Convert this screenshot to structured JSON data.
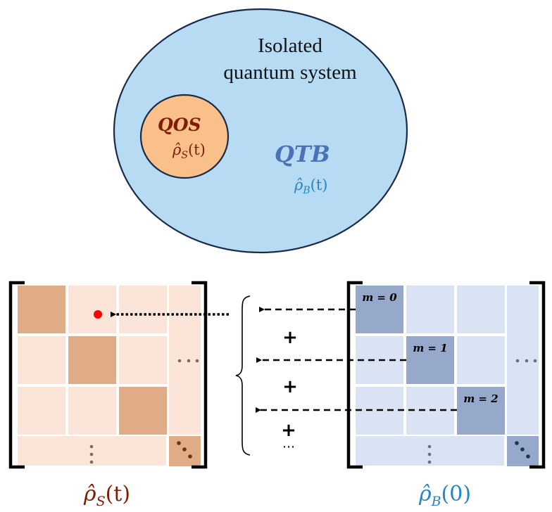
{
  "colors": {
    "outer_fill": "#b8dbf4",
    "outer_stroke": "#1a2a4a",
    "inner_fill": "#f9c08a",
    "qos_text": "#7f1d06",
    "qtb_text": "#4a72b8",
    "rhoB_text": "#2485c9",
    "sys_diag": "#e0ac88",
    "sys_off": "#fbe5d8",
    "bath_diag": "#97a9cb",
    "bath_off": "#dae3f3",
    "red_dot": "#ff0000",
    "ellipsis_sys": "#80685a",
    "ellipsis_sys_corner": "#6a3510",
    "ellipsis_bath": "#66707e",
    "ellipsis_bath_corner": "#1f3358"
  },
  "top_diagram": {
    "title_line1": "Isolated",
    "title_line2": "quantum system",
    "system_label": "QOS",
    "system_state": "ρ̂S(t)",
    "system_state_base": "ρ̂",
    "system_state_sub": "S",
    "system_state_arg": "(t)",
    "bath_label": "QTB",
    "bath_state_base": "ρ̂",
    "bath_state_sub": "B",
    "bath_state_arg": "(t)"
  },
  "bottom_diagram": {
    "system_matrix_label_base": "ρ̂",
    "system_matrix_label_sub": "S",
    "system_matrix_label_arg": "(t)",
    "bath_matrix_label_base": "ρ̂",
    "bath_matrix_label_sub": "B",
    "bath_matrix_label_arg": "(0)",
    "blocks": [
      "m = 0",
      "m = 1",
      "m = 2"
    ],
    "plus_signs": [
      "+",
      "+",
      "+"
    ],
    "continuation": "⋯",
    "row_ellipsis": "⋮",
    "col_ellipsis": "⋯",
    "diag_ellipsis": "⋱"
  }
}
